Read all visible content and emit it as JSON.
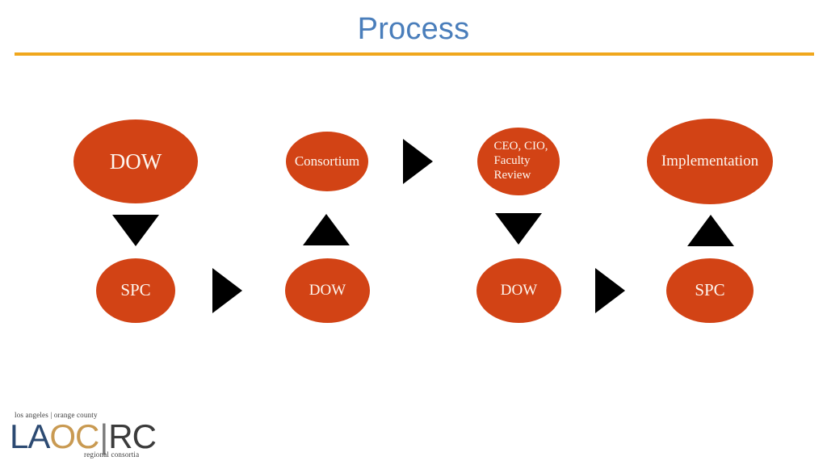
{
  "slide": {
    "title": "Process",
    "rule_color": "#f0a71d",
    "title_color": "#4a7ebb",
    "background": "#ffffff"
  },
  "diagram": {
    "node_fill": "#d24315",
    "node_text_color": "#fdf6ef",
    "arrow_color": "#000000",
    "nodes": [
      {
        "id": "dow-1",
        "label": "DOW"
      },
      {
        "id": "spc-1",
        "label": "SPC"
      },
      {
        "id": "consortium",
        "label": "Consortium"
      },
      {
        "id": "dow-2",
        "label": "DOW"
      },
      {
        "id": "review",
        "label": "CEO, CIO,\nFaculty\nReview"
      },
      {
        "id": "dow-3",
        "label": "DOW"
      },
      {
        "id": "implementation",
        "label": "Implementation"
      },
      {
        "id": "spc-2",
        "label": "SPC"
      }
    ],
    "arrows": [
      {
        "id": "dow1-spc1",
        "direction": "down"
      },
      {
        "id": "spc1-dow2",
        "direction": "right"
      },
      {
        "id": "dow2-consortium",
        "direction": "up"
      },
      {
        "id": "consortium-review",
        "direction": "right"
      },
      {
        "id": "review-dow3",
        "direction": "down"
      },
      {
        "id": "dow3-spc2",
        "direction": "right"
      },
      {
        "id": "spc2-implementation",
        "direction": "up"
      }
    ]
  },
  "logo": {
    "tagline_top": "los angeles | orange county",
    "mark_la": "LA",
    "mark_oc": "OC",
    "mark_bar": "|",
    "mark_rc": "RC",
    "tagline_bottom": "regional consortia",
    "color_la": "#2c4a72",
    "color_oc": "#c99a52",
    "color_rc": "#3b3b3b"
  }
}
